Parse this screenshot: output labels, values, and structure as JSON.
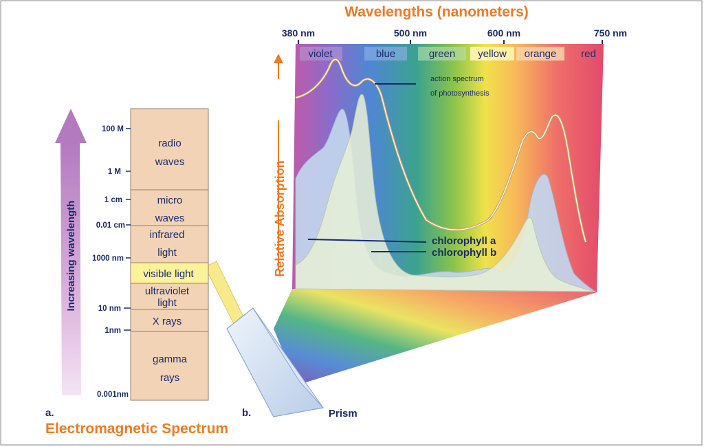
{
  "title_top": "Wavelengths (nanometers)",
  "wavelength_ticks": [
    "380 nm",
    "500 nm",
    "600 nm",
    "750 nm"
  ],
  "color_names": [
    "violet",
    "blue",
    "green",
    "yellow",
    "orange",
    "red"
  ],
  "y_axis_label": "Relative Absorption",
  "action_spectrum_note": [
    "action spectrum",
    "of photosynthesis"
  ],
  "legend": {
    "chlorophyll_a": "chlorophyll a",
    "chlorophyll_b": "chlorophyll b"
  },
  "em_axis_label": "Increasing wavelength",
  "em_ticks": [
    "100 M",
    "1 M",
    "1 cm",
    "0.01 cm",
    "1000 nm",
    "10 nm",
    "1nm",
    "0.001nm"
  ],
  "em_bands": {
    "radio": [
      "radio",
      "waves"
    ],
    "micro": [
      "micro",
      "waves"
    ],
    "infrared": [
      "infrared",
      "light"
    ],
    "visible": "visible light",
    "ultraviolet": [
      "ultraviolet",
      "light"
    ],
    "xrays": "X rays",
    "gamma": [
      "gamma",
      "rays"
    ]
  },
  "label_a": "a.",
  "label_b": "b.",
  "prism_label": "Prism",
  "bottom_title": "Electromagnetic Spectrum",
  "colors": {
    "accent_orange": "#f07a20",
    "text_navy": "#1a2a6c",
    "band_tan": "#f2d3b6",
    "visible_yellow": "#fbf39a"
  }
}
